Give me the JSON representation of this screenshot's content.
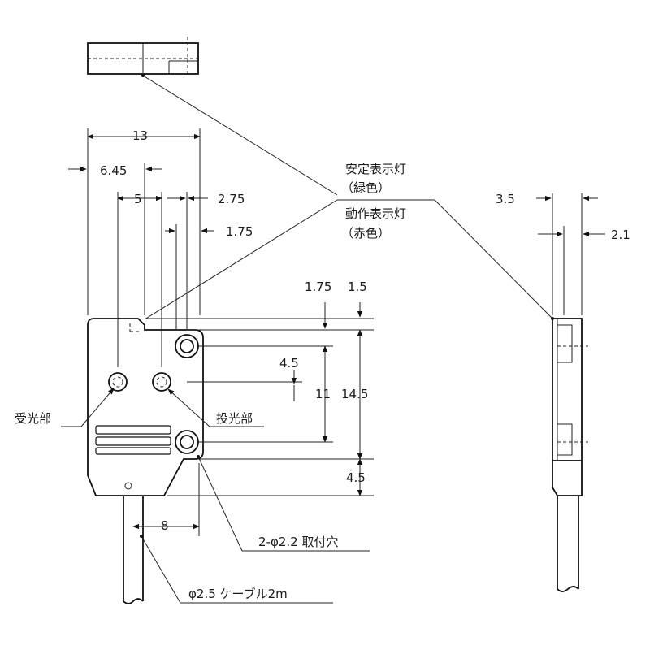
{
  "dimensions": {
    "width_total": "13",
    "offset_6_45": "6.45",
    "pitch_5": "5",
    "right_2_75": "2.75",
    "right_1_75": "1.75",
    "top_1_75": "1.75",
    "top_1_5": "1.5",
    "v_4_5_upper": "4.5",
    "v_11": "11",
    "v_14_5": "14.5",
    "v_4_5_lower": "4.5",
    "h_8": "8",
    "side_3_5": "3.5",
    "side_2_1": "2.1"
  },
  "labels": {
    "stable_indicator": "安定表示灯",
    "stable_color": "（緑色）",
    "operation_indicator": "動作表示灯",
    "operation_color": "（赤色）",
    "receiver": "受光部",
    "emitter": "投光部",
    "mounting_holes": "2-φ2.2 取付穴",
    "cable": "φ2.5 ケーブル2m"
  }
}
